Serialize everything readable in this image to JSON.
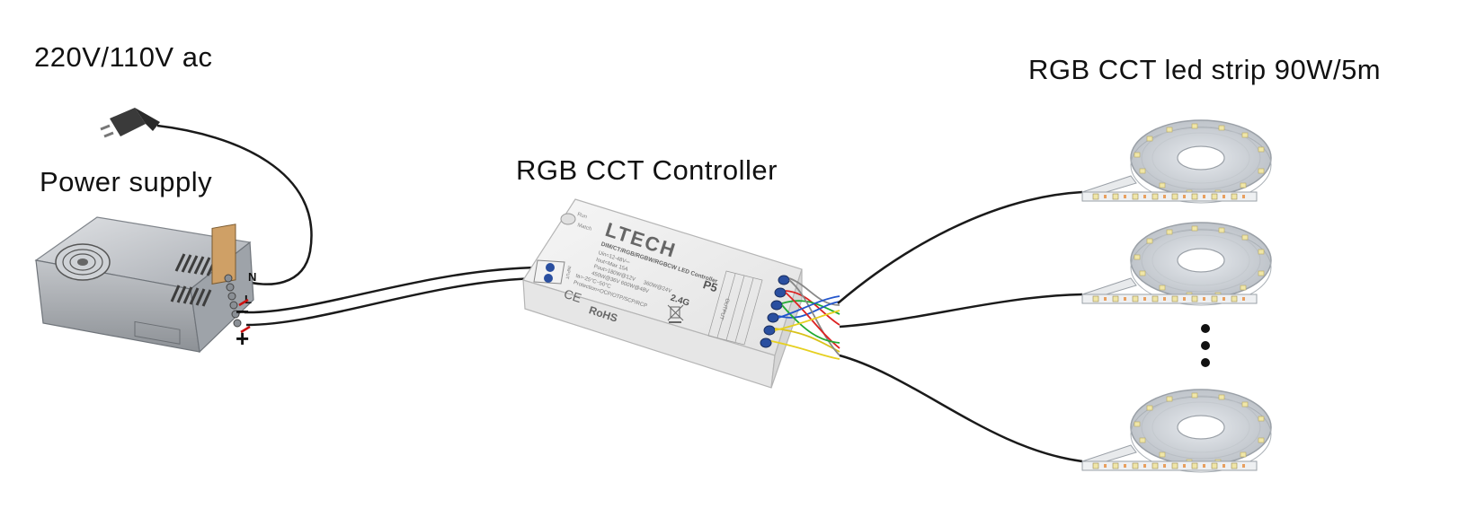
{
  "labels": {
    "mains": "220V/110V ac",
    "power_supply": "Power supply",
    "controller": "RGB CCT Controller",
    "strip": "RGB CCT led strip 90W/5m"
  },
  "power_supply": {
    "terminal_n": "N",
    "terminal_l": "L",
    "terminal_minus": "−",
    "terminal_plus": "+"
  },
  "controller": {
    "brand": "LTECH",
    "model": "P5",
    "type": "DIM/CT/RGB/RGBW/RGBCW LED Controller",
    "spec_uin": "Uin=12-48V⎓",
    "spec_iout": "Iout=Max 15A",
    "spec_pout": "Pout=180W@12V",
    "spec_power_row1": "360W@24V",
    "spec_power_row2": "450W@36V   600W@48V",
    "spec_ta": "ta=-25°C~50°C",
    "spec_protection": "Protection=OCP/OTP/SCP/RCP",
    "wireless": "2.4G",
    "output_label": "OUTPUT",
    "ce": "CE",
    "rohs": "RoHS",
    "button_run": "Run",
    "button_match": "Match",
    "input_label": "INPUT"
  },
  "continuation": "•\n•\n•"
}
